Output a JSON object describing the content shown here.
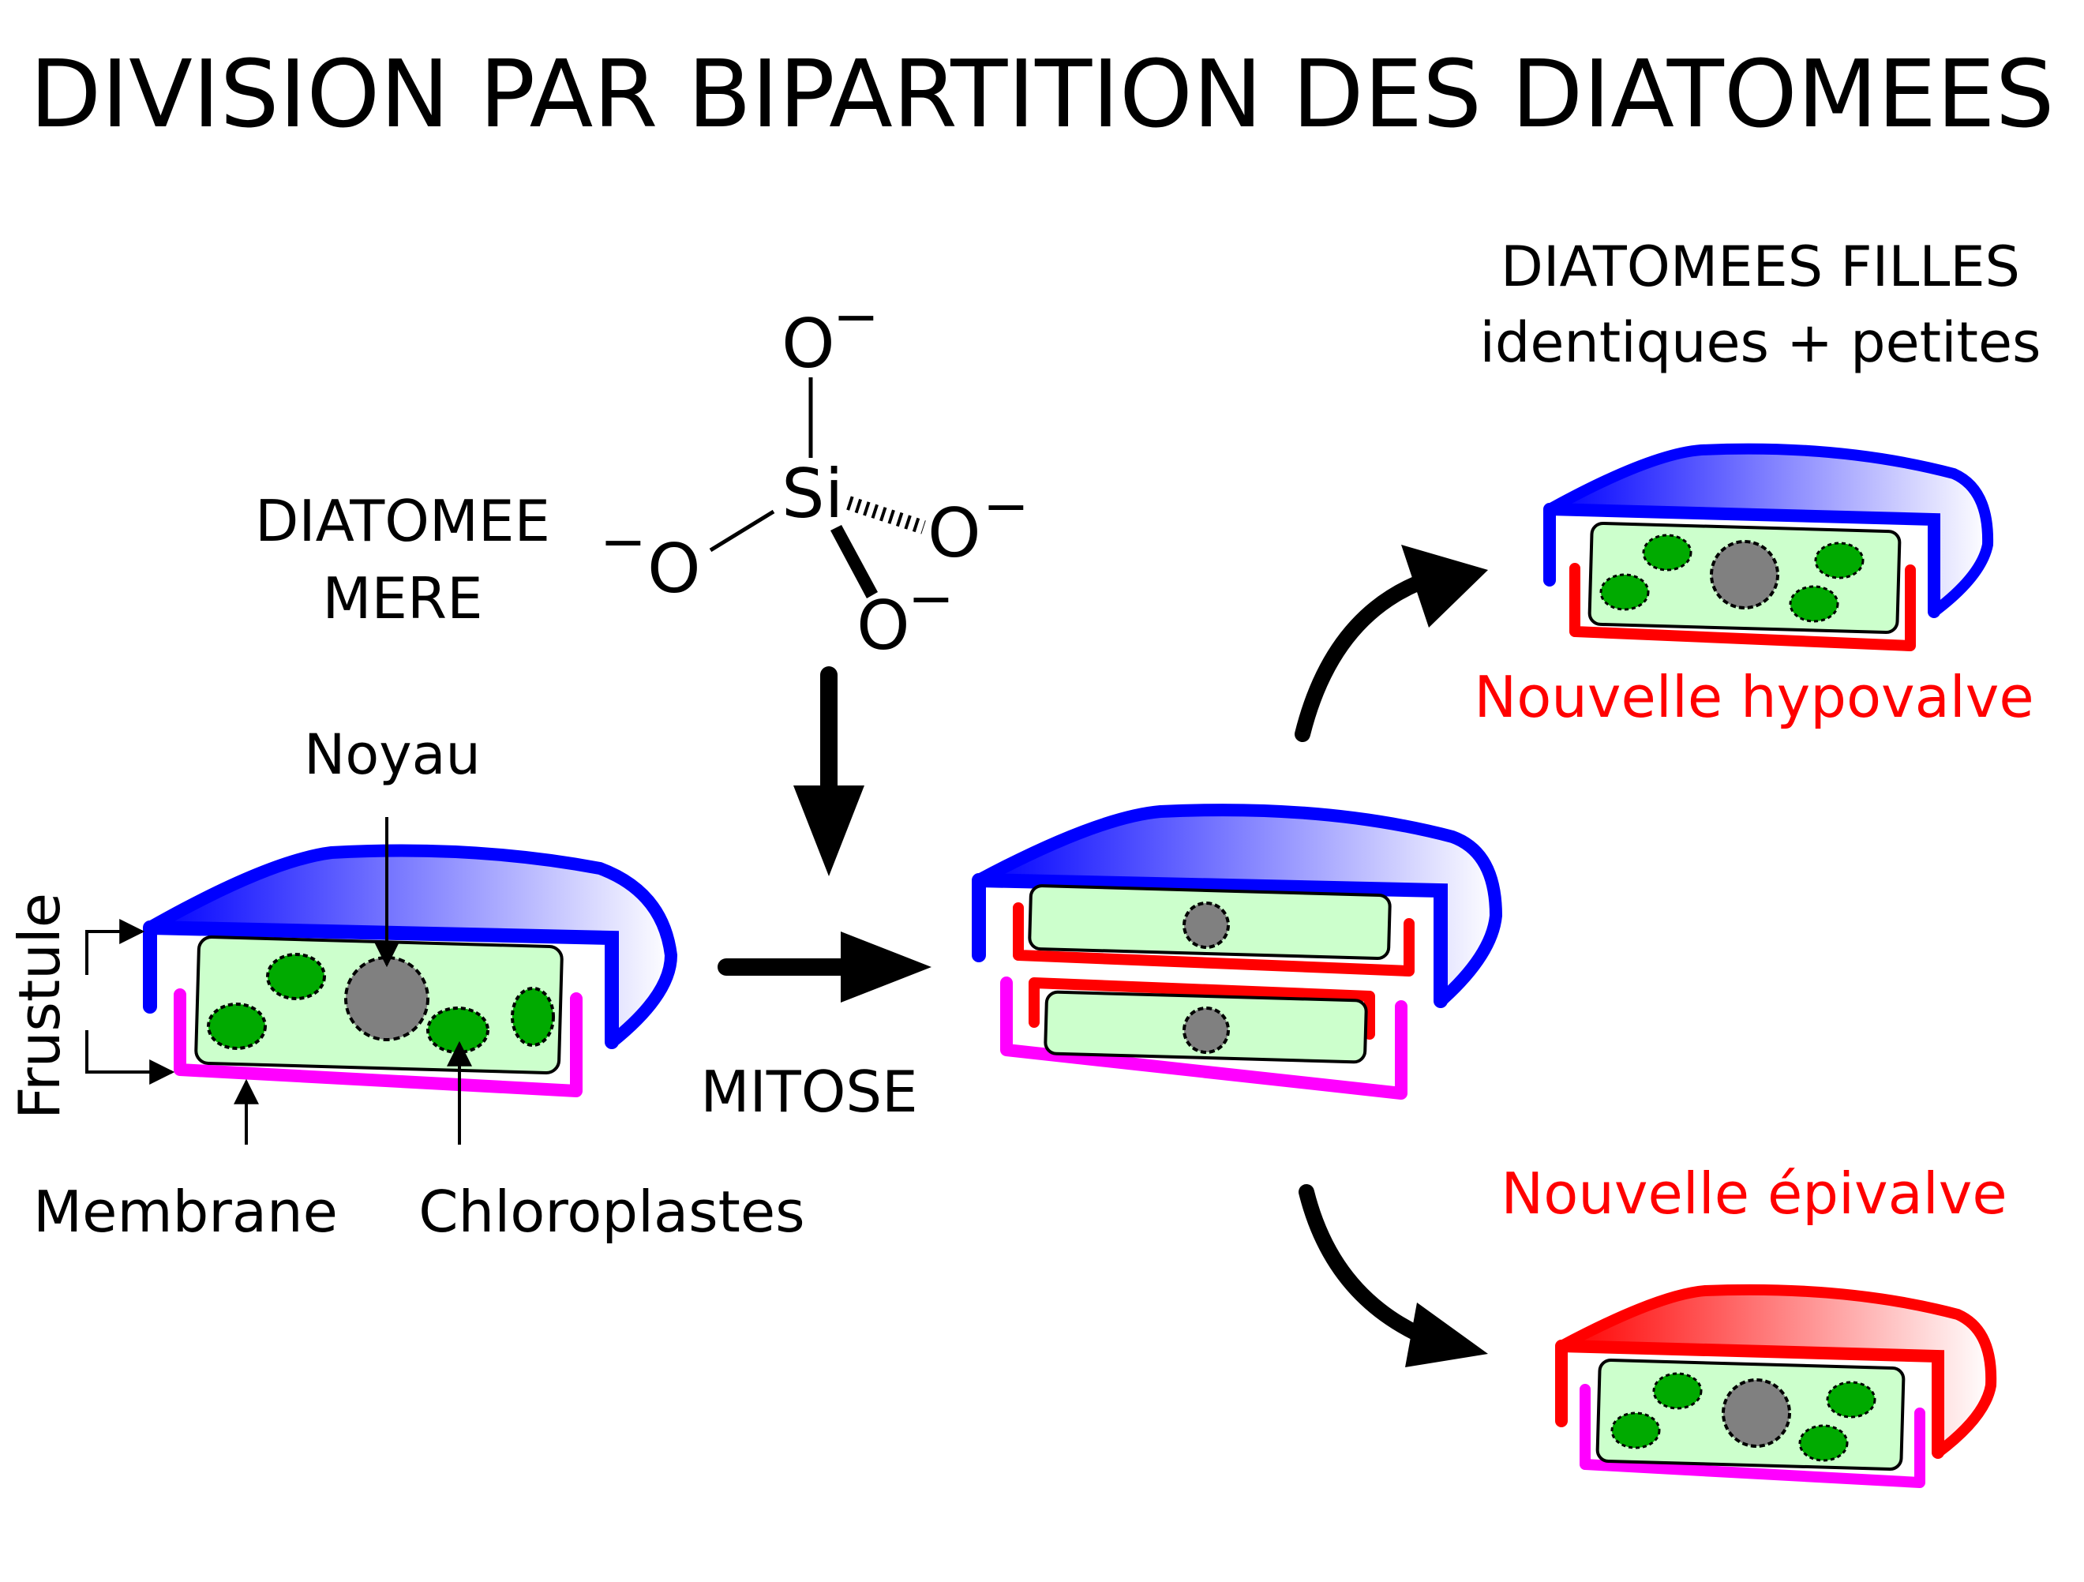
{
  "title": "DIVISION PAR BIPARTITION DES DIATOMEES",
  "mother_label_line1": "DIATOMEE",
  "mother_label_line2": "MERE",
  "daughters_line1": "DIATOMEES FILLES",
  "daughters_line2": "identiques + petites",
  "mitose": "MITOSE",
  "new_hypovalve": "Nouvelle hypovalve",
  "new_epivalve": "Nouvelle épivalve",
  "labels": {
    "noyau": "Noyau",
    "frustule": "Frustule",
    "membrane": "Membrane",
    "chloroplastes": "Chloroplastes"
  },
  "silicate": {
    "si": "Si",
    "o": "O",
    "charge": "−"
  },
  "colors": {
    "epivalve_blue": "#0000ff",
    "hypovalve_magenta": "#ff00ff",
    "new_valve_red": "#ff0000",
    "cytoplasm": "#ccffcc",
    "chloroplast": "#00aa00",
    "nucleus": "#808080",
    "red_text": "#ff0000"
  }
}
